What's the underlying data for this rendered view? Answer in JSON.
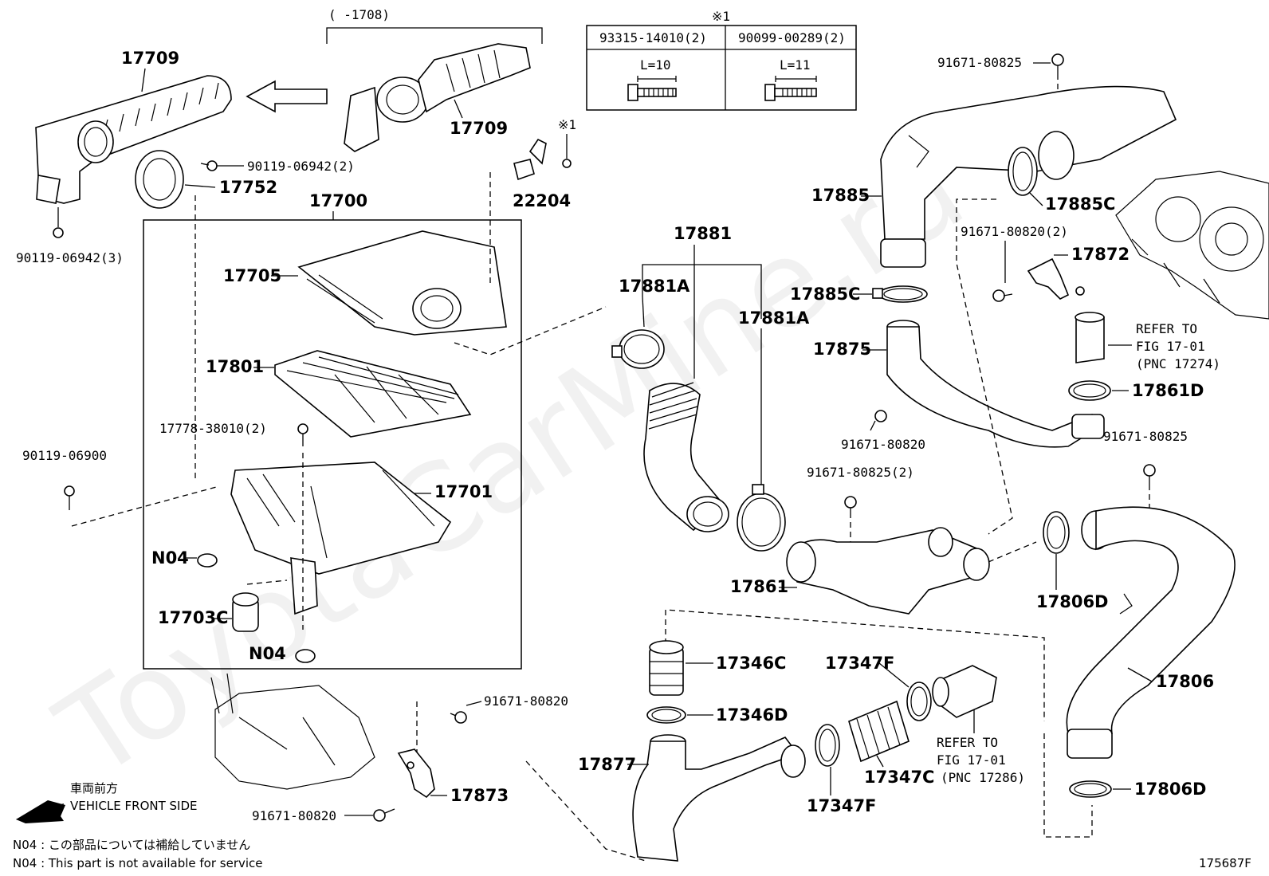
{
  "watermark": "ToyotaCarMine.ru",
  "labels": {
    "p17709a": "17709",
    "p17709b": "17709",
    "range1708": "(      -1708)",
    "p90119_06942_2": "90119-06942(2)",
    "p17752": "17752",
    "p90119_06942_3": "90119-06942(3)",
    "p17700": "17700",
    "p22204": "22204",
    "star1_small": "※1",
    "p17705": "17705",
    "p17801": "17801",
    "p17778": "17778-38010(2)",
    "p90119_06900": "90119-06900",
    "p17701": "17701",
    "n04a": "N04",
    "p17703c": "17703C",
    "n04b": "N04",
    "p91671_80820_top": "91671-80820",
    "p91671_80820_bot": "91671-80820",
    "p17873": "17873",
    "p17881": "17881",
    "p17881a_l": "17881A",
    "p17881a_r": "17881A",
    "p17885": "17885",
    "p17885c_a": "17885C",
    "p17885c_b": "17885C",
    "p91671_80825_top": "91671-80825",
    "p91671_80820_2": "91671-80820(2)",
    "p17872": "17872",
    "p17875": "17875",
    "p91671_80820_mid": "91671-80820",
    "p91671_80825_2": "91671-80825(2)",
    "p17861": "17861",
    "p17861d": "17861D",
    "p91671_80825_r": "91671-80825",
    "p17806d_a": "17806D",
    "p17806": "17806",
    "p17806d_b": "17806D",
    "p17346c": "17346C",
    "p17346d": "17346D",
    "p17877": "17877",
    "p17347f_a": "17347F",
    "p17347c": "17347C",
    "p17347f_b": "17347F"
  },
  "refer_a": [
    "REFER TO",
    "FIG 17-01",
    "(PNC 17274)"
  ],
  "refer_b": [
    "REFER TO",
    "FIG 17-01",
    "(PNC 17286)"
  ],
  "bolt_table": {
    "mark": "※1",
    "col1_header": "93315-14010(2)",
    "col2_header": "90099-00289(2)",
    "col1_len": "L=10",
    "col2_len": "L=11"
  },
  "front": {
    "jp": "車両前方",
    "en": "VEHICLE FRONT SIDE"
  },
  "notes": {
    "jp": "N04 : この部品については補給していません",
    "en": "N04 : This part is not available for service"
  },
  "figure_code": "175687F"
}
